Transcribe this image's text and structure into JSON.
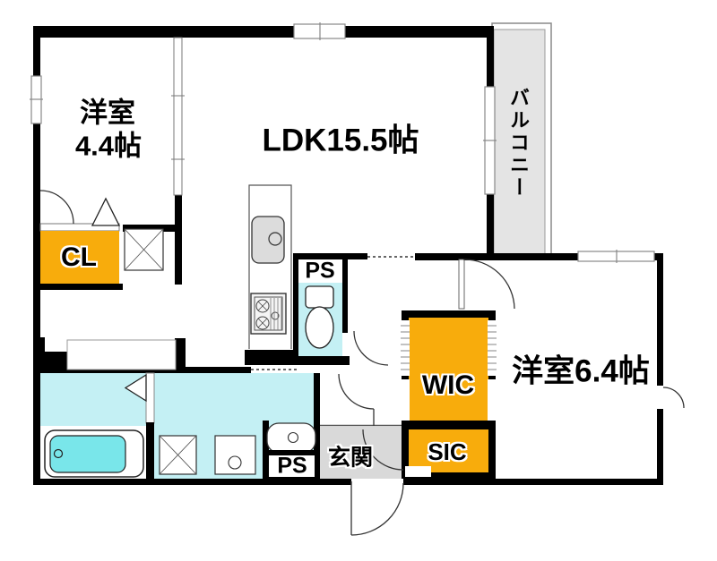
{
  "floorplan": {
    "rooms": {
      "west_room_small": {
        "name": "洋室",
        "size": "4.4帖"
      },
      "ldk": {
        "label": "LDK15.5帖"
      },
      "west_room_large": {
        "label": "洋室6.4帖"
      },
      "balcony": {
        "label": "バルコニー"
      },
      "entrance": {
        "label": "玄関"
      }
    },
    "storage": {
      "closet": "CL",
      "walk_in_closet": "WIC",
      "shoe_closet": "SIC"
    },
    "pipe_space": {
      "kitchen_side": "PS",
      "washroom_side": "PS"
    },
    "colors": {
      "storage_orange": "#F8AC0C",
      "room_cyan": "#C4F0F4",
      "bath_water": "#79E6EA",
      "entry_gray": "#D9D9D9",
      "balcony_gray": "#E4E4E4",
      "fixture_gray": "#DCDCDC",
      "wall": "#000000"
    }
  }
}
